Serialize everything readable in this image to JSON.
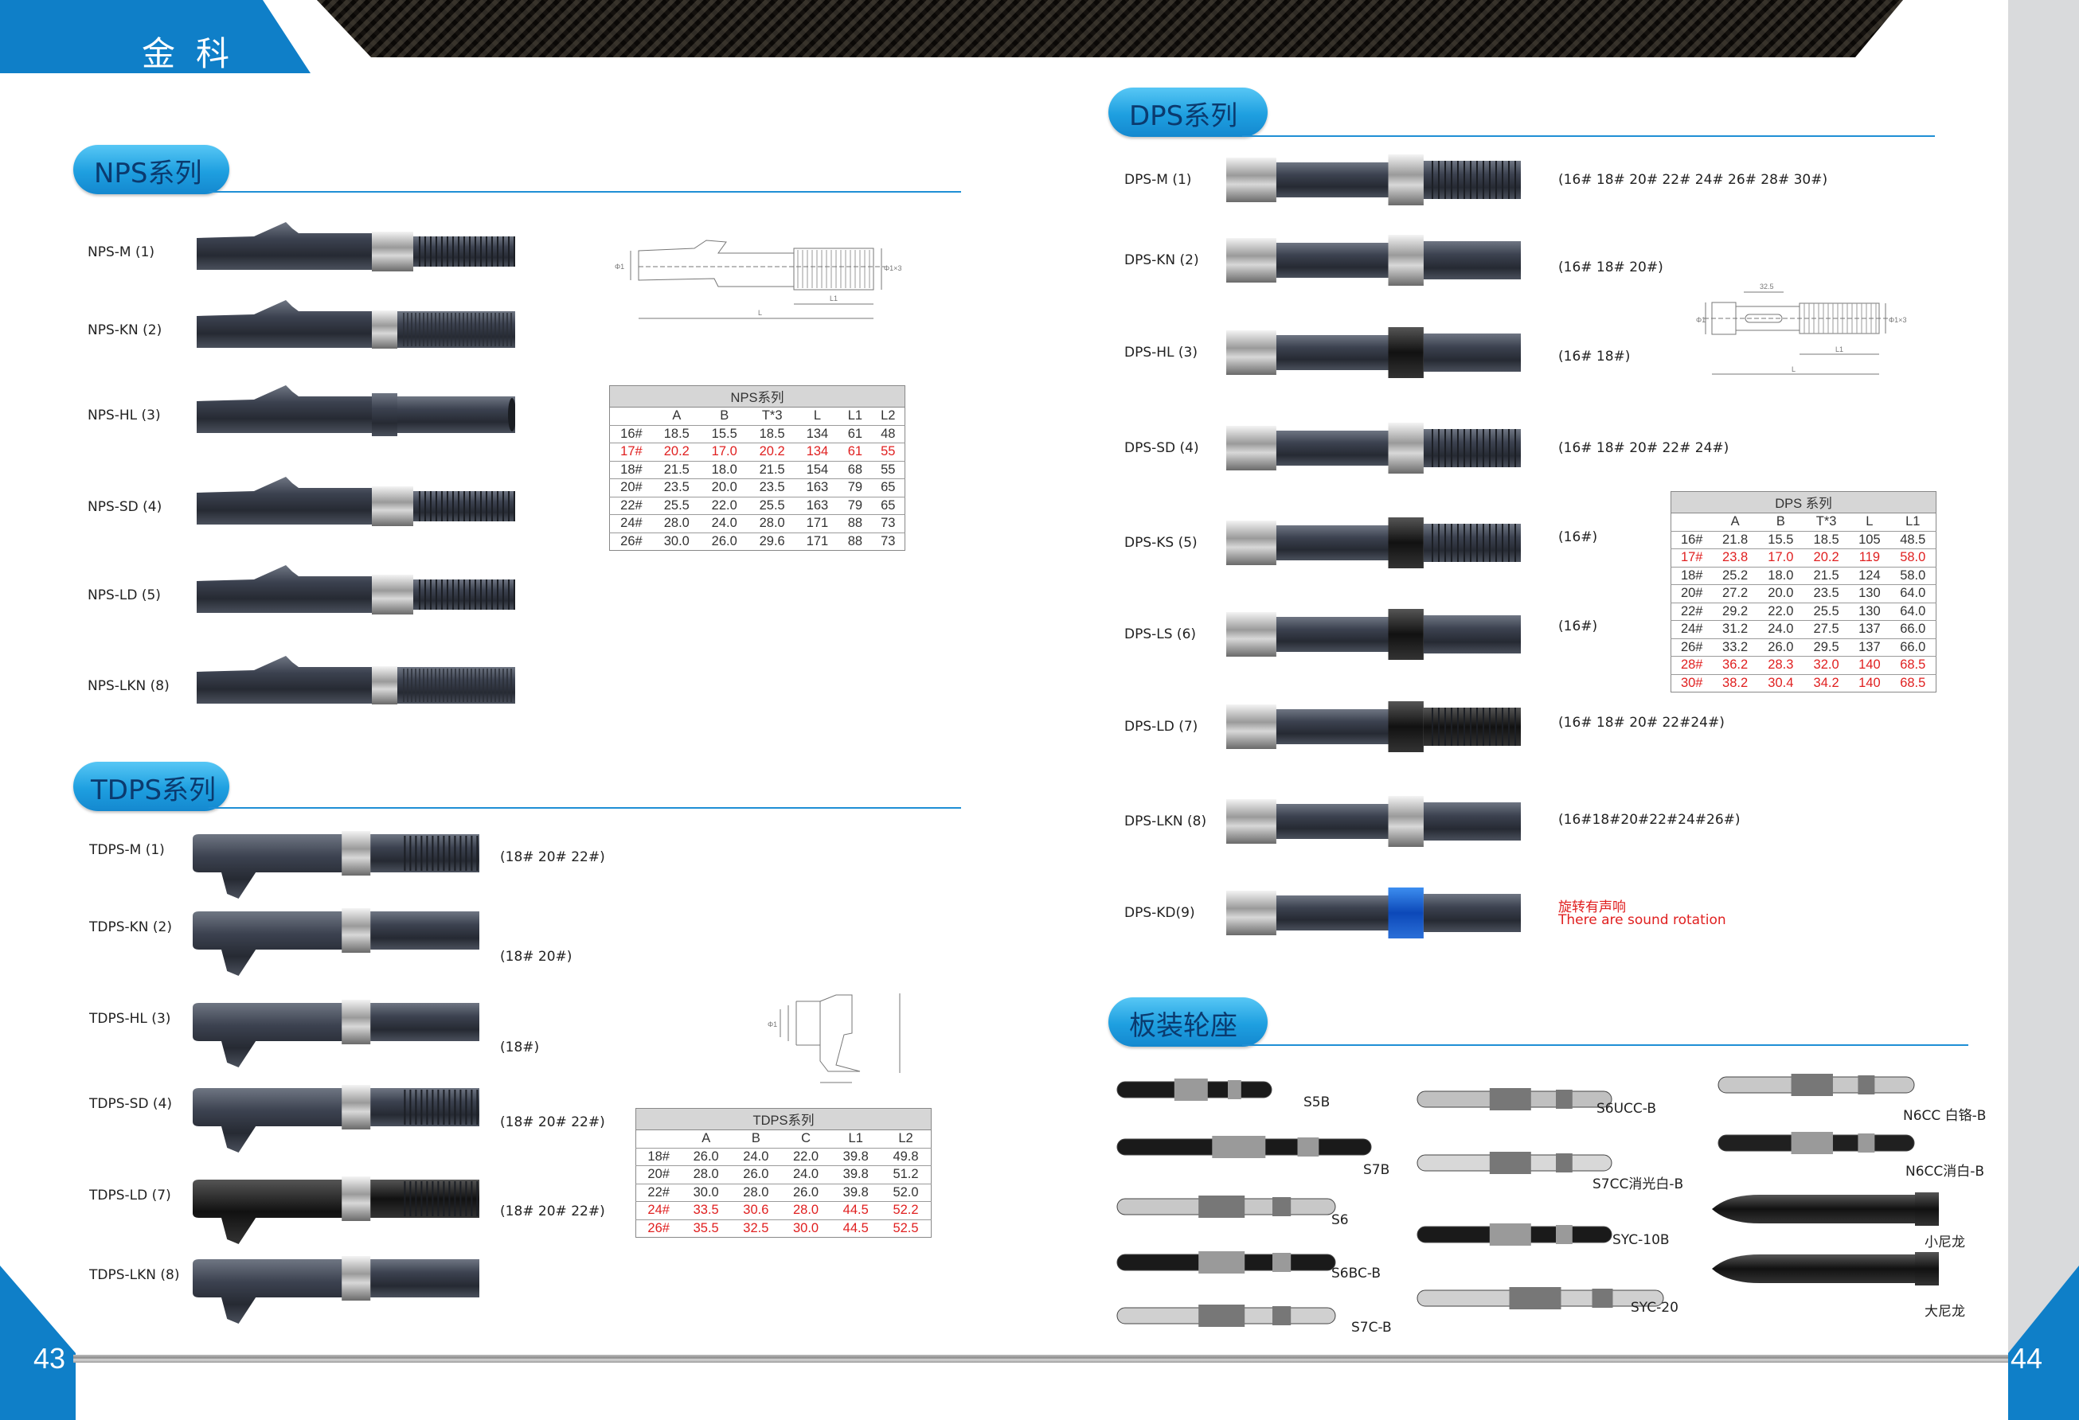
{
  "header": {
    "brand": "金科"
  },
  "pages": {
    "left": "43",
    "right": "44"
  },
  "sections": {
    "nps": "NPS系列",
    "tdps": "TDPS系列",
    "dps": "DPS系列",
    "reel_seat": "板装轮座"
  },
  "nps_items": [
    {
      "label": "NPS-M (1)"
    },
    {
      "label": "NPS-KN (2)"
    },
    {
      "label": "NPS-HL (3)"
    },
    {
      "label": "NPS-SD (4)"
    },
    {
      "label": "NPS-LD (5)"
    },
    {
      "label": "NPS-LKN (8)"
    }
  ],
  "nps_table": {
    "caption": "NPS系列",
    "headers": [
      "",
      "A",
      "B",
      "T*3",
      "L",
      "L1",
      "L2"
    ],
    "rows": [
      {
        "cells": [
          "16#",
          "18.5",
          "15.5",
          "18.5",
          "134",
          "61",
          "48"
        ],
        "red": false
      },
      {
        "cells": [
          "17#",
          "20.2",
          "17.0",
          "20.2",
          "134",
          "61",
          "55"
        ],
        "red": true
      },
      {
        "cells": [
          "18#",
          "21.5",
          "18.0",
          "21.5",
          "154",
          "68",
          "55"
        ],
        "red": false
      },
      {
        "cells": [
          "20#",
          "23.5",
          "20.0",
          "23.5",
          "163",
          "79",
          "65"
        ],
        "red": false
      },
      {
        "cells": [
          "22#",
          "25.5",
          "22.0",
          "25.5",
          "163",
          "79",
          "65"
        ],
        "red": false
      },
      {
        "cells": [
          "24#",
          "28.0",
          "24.0",
          "28.0",
          "171",
          "88",
          "73"
        ],
        "red": false
      },
      {
        "cells": [
          "26#",
          "30.0",
          "26.0",
          "29.6",
          "171",
          "88",
          "73"
        ],
        "red": false
      }
    ]
  },
  "tdps_items": [
    {
      "label": "TDPS-M (1)",
      "note": "(18#  20#  22#)"
    },
    {
      "label": "TDPS-KN (2)",
      "note": "(18# 20#)"
    },
    {
      "label": "TDPS-HL (3)",
      "note": "(18#)"
    },
    {
      "label": "TDPS-SD (4)",
      "note": "(18# 20# 22#)"
    },
    {
      "label": "TDPS-LD (7)",
      "note": "(18# 20# 22#)"
    },
    {
      "label": "TDPS-LKN (8)",
      "note": ""
    }
  ],
  "tdps_table": {
    "caption": "TDPS系列",
    "headers": [
      "",
      "A",
      "B",
      "C",
      "L1",
      "L2"
    ],
    "rows": [
      {
        "cells": [
          "18#",
          "26.0",
          "24.0",
          "22.0",
          "39.8",
          "49.8"
        ],
        "red": false
      },
      {
        "cells": [
          "20#",
          "28.0",
          "26.0",
          "24.0",
          "39.8",
          "51.2"
        ],
        "red": false
      },
      {
        "cells": [
          "22#",
          "30.0",
          "28.0",
          "26.0",
          "39.8",
          "52.0"
        ],
        "red": false
      },
      {
        "cells": [
          "24#",
          "33.5",
          "30.6",
          "28.0",
          "44.5",
          "52.2"
        ],
        "red": true
      },
      {
        "cells": [
          "26#",
          "35.5",
          "32.5",
          "30.0",
          "44.5",
          "52.5"
        ],
        "red": true
      }
    ]
  },
  "dps_items": [
    {
      "label": "DPS-M (1)",
      "note": "(16# 18# 20# 22# 24# 26# 28# 30#)"
    },
    {
      "label": "DPS-KN (2)",
      "note": "(16# 18# 20#)"
    },
    {
      "label": "DPS-HL (3)",
      "note": "(16# 18#)"
    },
    {
      "label": "DPS-SD (4)",
      "note": "(16# 18# 20# 22# 24#)"
    },
    {
      "label": "DPS-KS (5)",
      "note": "(16#)"
    },
    {
      "label": "DPS-LS (6)",
      "note": "(16#)"
    },
    {
      "label": "DPS-LD (7)",
      "note": "(16# 18# 20# 22#24#)"
    },
    {
      "label": "DPS-LKN (8)",
      "note": "(16#18#20#22#24#26#)"
    },
    {
      "label": "DPS-KD(9)",
      "note_cn": "旋转有声响",
      "note_en": "There are sound rotation"
    }
  ],
  "dps_table": {
    "caption": "DPS 系列",
    "headers": [
      "",
      "A",
      "B",
      "T*3",
      "L",
      "L1"
    ],
    "rows": [
      {
        "cells": [
          "16#",
          "21.8",
          "15.5",
          "18.5",
          "105",
          "48.5"
        ],
        "red": false
      },
      {
        "cells": [
          "17#",
          "23.8",
          "17.0",
          "20.2",
          "119",
          "58.0"
        ],
        "red": true
      },
      {
        "cells": [
          "18#",
          "25.2",
          "18.0",
          "21.5",
          "124",
          "58.0"
        ],
        "red": false
      },
      {
        "cells": [
          "20#",
          "27.2",
          "20.0",
          "23.5",
          "130",
          "64.0"
        ],
        "red": false
      },
      {
        "cells": [
          "22#",
          "29.2",
          "22.0",
          "25.5",
          "130",
          "64.0"
        ],
        "red": false
      },
      {
        "cells": [
          "24#",
          "31.2",
          "24.0",
          "27.5",
          "137",
          "66.0"
        ],
        "red": false
      },
      {
        "cells": [
          "26#",
          "33.2",
          "26.0",
          "29.5",
          "137",
          "66.0"
        ],
        "red": false
      },
      {
        "cells": [
          "28#",
          "36.2",
          "28.3",
          "32.0",
          "140",
          "68.5"
        ],
        "red": true
      },
      {
        "cells": [
          "30#",
          "38.2",
          "30.4",
          "34.2",
          "140",
          "68.5"
        ],
        "red": true
      }
    ]
  },
  "reel_seats": {
    "col1": [
      "S5B",
      "S7B",
      "S6",
      "S6BC-B",
      "S7C-B"
    ],
    "col2": [
      "S6UCC-B",
      "S7CC消光白-B",
      "SYC-10B",
      "SYC-20"
    ],
    "col3": [
      "N6CC 白铬-B",
      "N6CC消白-B",
      "小尼龙",
      "大尼龙"
    ]
  },
  "drawing_labels": {
    "nps_dims": [
      "Φ1",
      "Φ1×3",
      "L1",
      "L"
    ],
    "dps_dims": [
      "32.5",
      "Φ1",
      "Φ1×3",
      "L1",
      "L"
    ]
  }
}
